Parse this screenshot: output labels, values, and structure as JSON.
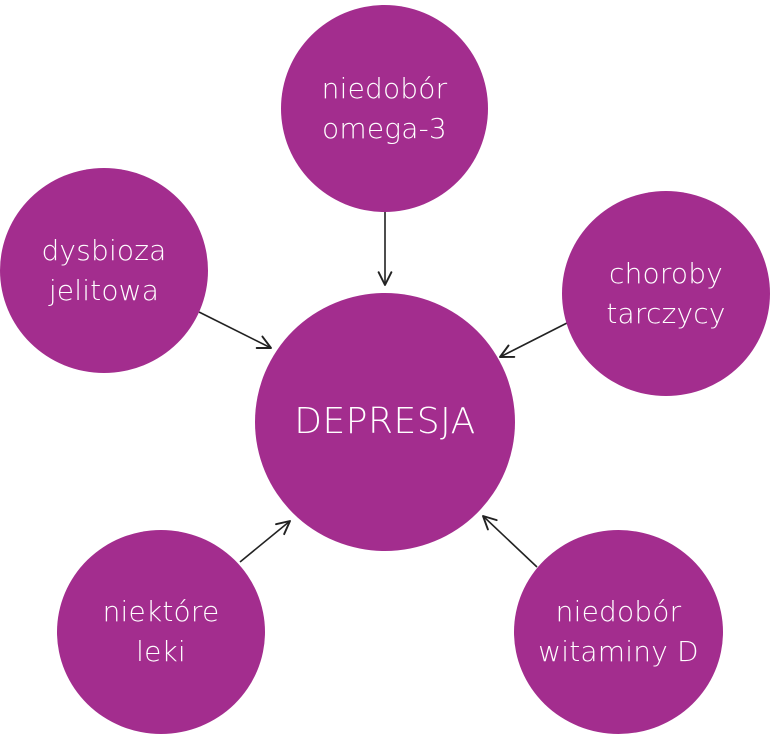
{
  "colors": {
    "circle_fill": "#a32d8e",
    "text": "#ffffff",
    "arrow": "#222222"
  },
  "nodes": {
    "center": {
      "label": "DEPRESJA"
    },
    "omega": {
      "label": "niedobór\nomega-3"
    },
    "dysbioza": {
      "label": "dysbioza\njelitowa"
    },
    "tarczyca": {
      "label": "choroby\ntarczycy"
    },
    "leki": {
      "label": "niektóre\nleki"
    },
    "witaminaD": {
      "label": "niedobór\nwitaminy D"
    }
  },
  "edges": [
    {
      "from": "omega",
      "to": "center",
      "icon": "arrow-icon"
    },
    {
      "from": "dysbioza",
      "to": "center",
      "icon": "arrow-icon"
    },
    {
      "from": "tarczyca",
      "to": "center",
      "icon": "arrow-icon"
    },
    {
      "from": "leki",
      "to": "center",
      "icon": "arrow-icon"
    },
    {
      "from": "witaminaD",
      "to": "center",
      "icon": "arrow-icon"
    }
  ]
}
